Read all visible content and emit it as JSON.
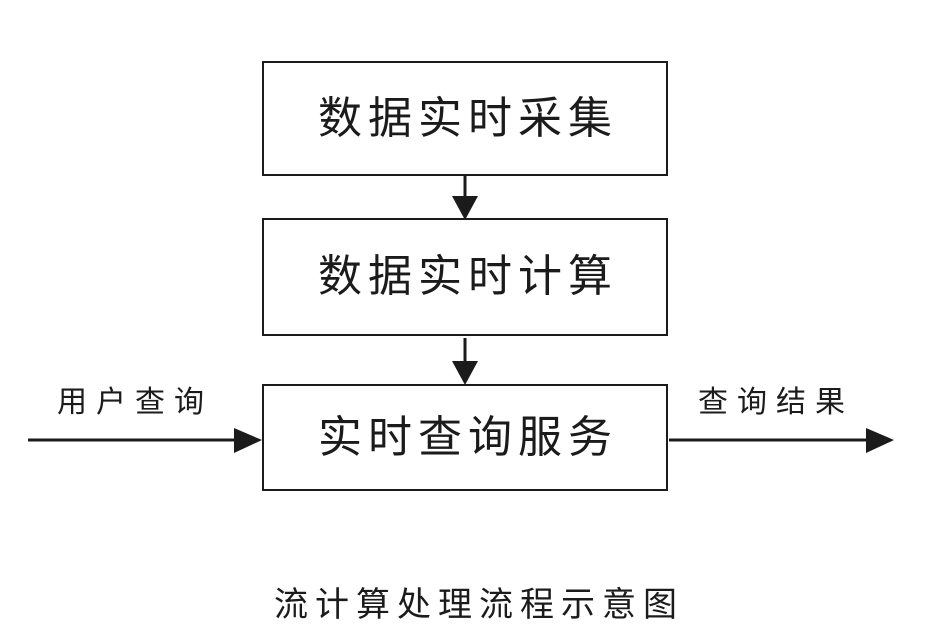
{
  "diagram": {
    "title": "流计算处理流程示意图",
    "boxes": [
      {
        "id": "data-collection",
        "label": "数据实时采集"
      },
      {
        "id": "data-computation",
        "label": "数据实时计算"
      },
      {
        "id": "query-service",
        "label": "实时查询服务"
      }
    ],
    "flow_arrows": {
      "left_input_label": "用户查询",
      "right_output_label": "查询结果"
    },
    "colors": {
      "line": "#1b1b1b",
      "text": "#1b1b1b",
      "background": "#ffffff"
    }
  }
}
